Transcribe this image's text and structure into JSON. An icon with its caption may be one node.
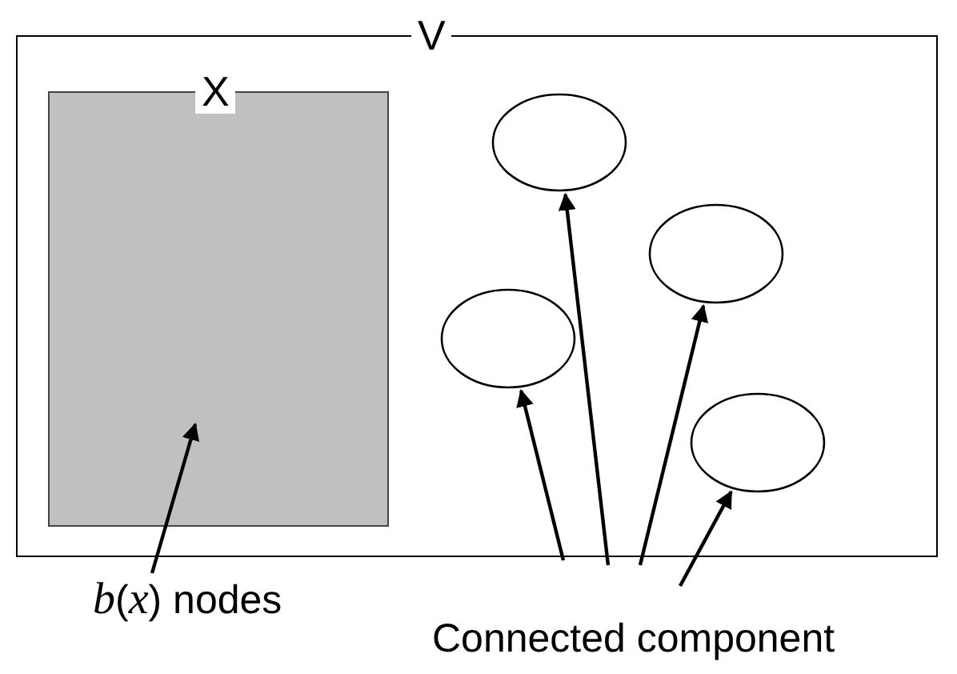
{
  "diagram": {
    "nodes": [
      {
        "text": [
          "V"
        ]
      },
      {
        "text": [
          "X"
        ],
        "in": 0
      },
      {
        "text": [],
        "shape": "circle",
        "in": 0
      },
      {
        "text": [],
        "shape": "circle",
        "in": 0
      },
      {
        "text": [],
        "shape": "circle",
        "in": 0
      },
      {
        "text": [],
        "shape": "circle",
        "in": 0
      },
      {
        "text": [
          "*b*(*x*) nodes"
        ]
      },
      {
        "text": [
          "Connected component"
        ]
      }
    ],
    "edges": [
      {
        "from": 6,
        "to": 1,
        "arrow": "to"
      },
      {
        "from": 7,
        "to": 2,
        "arrow": "to"
      },
      {
        "from": 7,
        "to": 3,
        "arrow": "to"
      },
      {
        "from": 7,
        "to": 4,
        "arrow": "to"
      },
      {
        "from": 7,
        "to": 5,
        "arrow": "to"
      }
    ]
  }
}
